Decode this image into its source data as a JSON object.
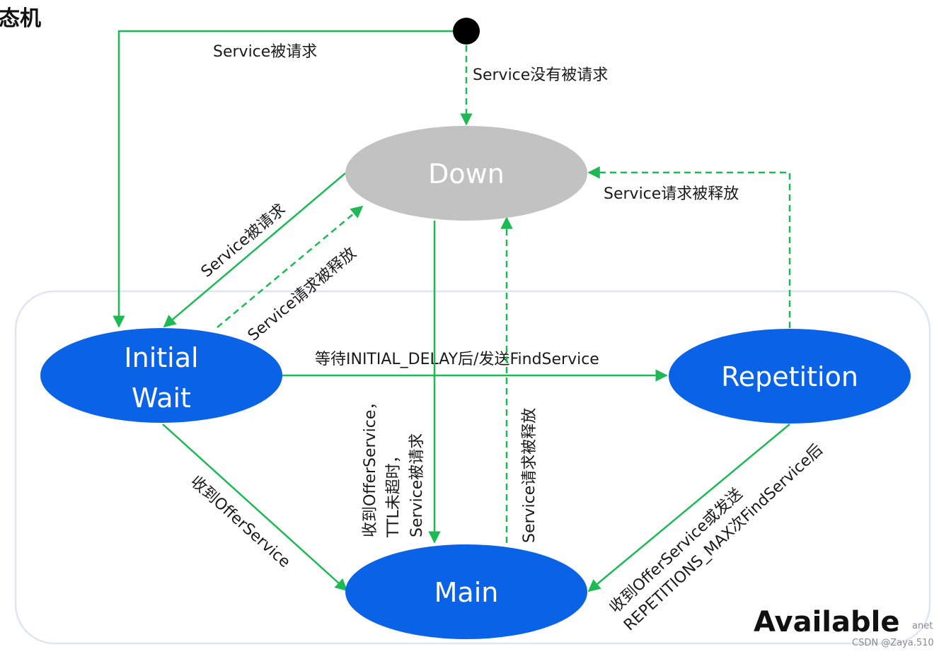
{
  "title": "态机",
  "region_label": "Available",
  "watermark": {
    "partial": "anet",
    "credit": "CSDN @Zaya.510"
  },
  "states": {
    "down": "Down",
    "initial_line1": "Initial",
    "initial_line2": "Wait",
    "repetition": "Repetition",
    "main": "Main"
  },
  "transitions": {
    "start_to_initial": "Service被请求",
    "start_to_down": "Service没有被请求",
    "down_to_initial": "Service被请求",
    "initial_to_down": "Service请求被释放",
    "repetition_to_down": "Service请求被释放",
    "initial_to_repetition": "等待INITIAL_DELAY后/发送FindService",
    "initial_to_main": "收到OfferService",
    "down_to_main_line1": "收到OfferService，",
    "down_to_main_line2": "TTL未超时，",
    "down_to_main_line3": "Service被请求",
    "main_to_down": "Service请求被释放",
    "repetition_to_main_line1": "收到OfferService或发送",
    "repetition_to_main_line2": "REPETITIONS_MAX次FindService后"
  },
  "colors": {
    "state_blue": "#0a62e6",
    "state_gray": "#c2c2c2",
    "arrow_green": "#1db954",
    "region_border": "#dde6f2"
  }
}
